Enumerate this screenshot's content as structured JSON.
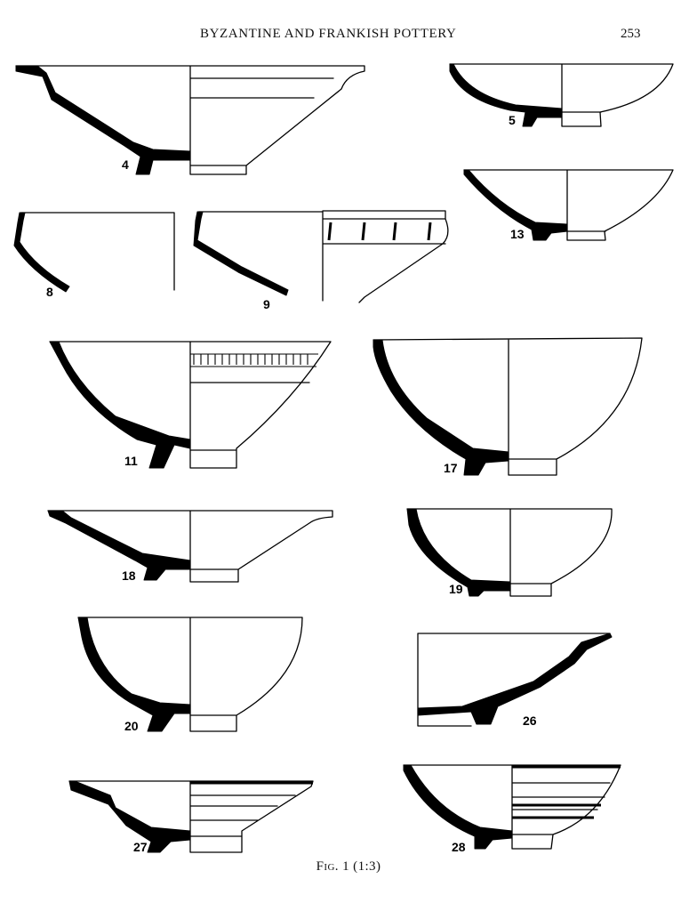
{
  "header": {
    "title": "BYZANTINE AND FRANKISH POTTERY",
    "page_number": "253"
  },
  "vessels": [
    {
      "label": "4"
    },
    {
      "label": "5"
    },
    {
      "label": "13"
    },
    {
      "label": "8"
    },
    {
      "label": "9"
    },
    {
      "label": "11"
    },
    {
      "label": "17"
    },
    {
      "label": "18"
    },
    {
      "label": "19"
    },
    {
      "label": "20"
    },
    {
      "label": "26"
    },
    {
      "label": "27"
    },
    {
      "label": "28"
    }
  ],
  "caption": {
    "fig_word": "Fig.",
    "rest": "1 (1:3)"
  }
}
